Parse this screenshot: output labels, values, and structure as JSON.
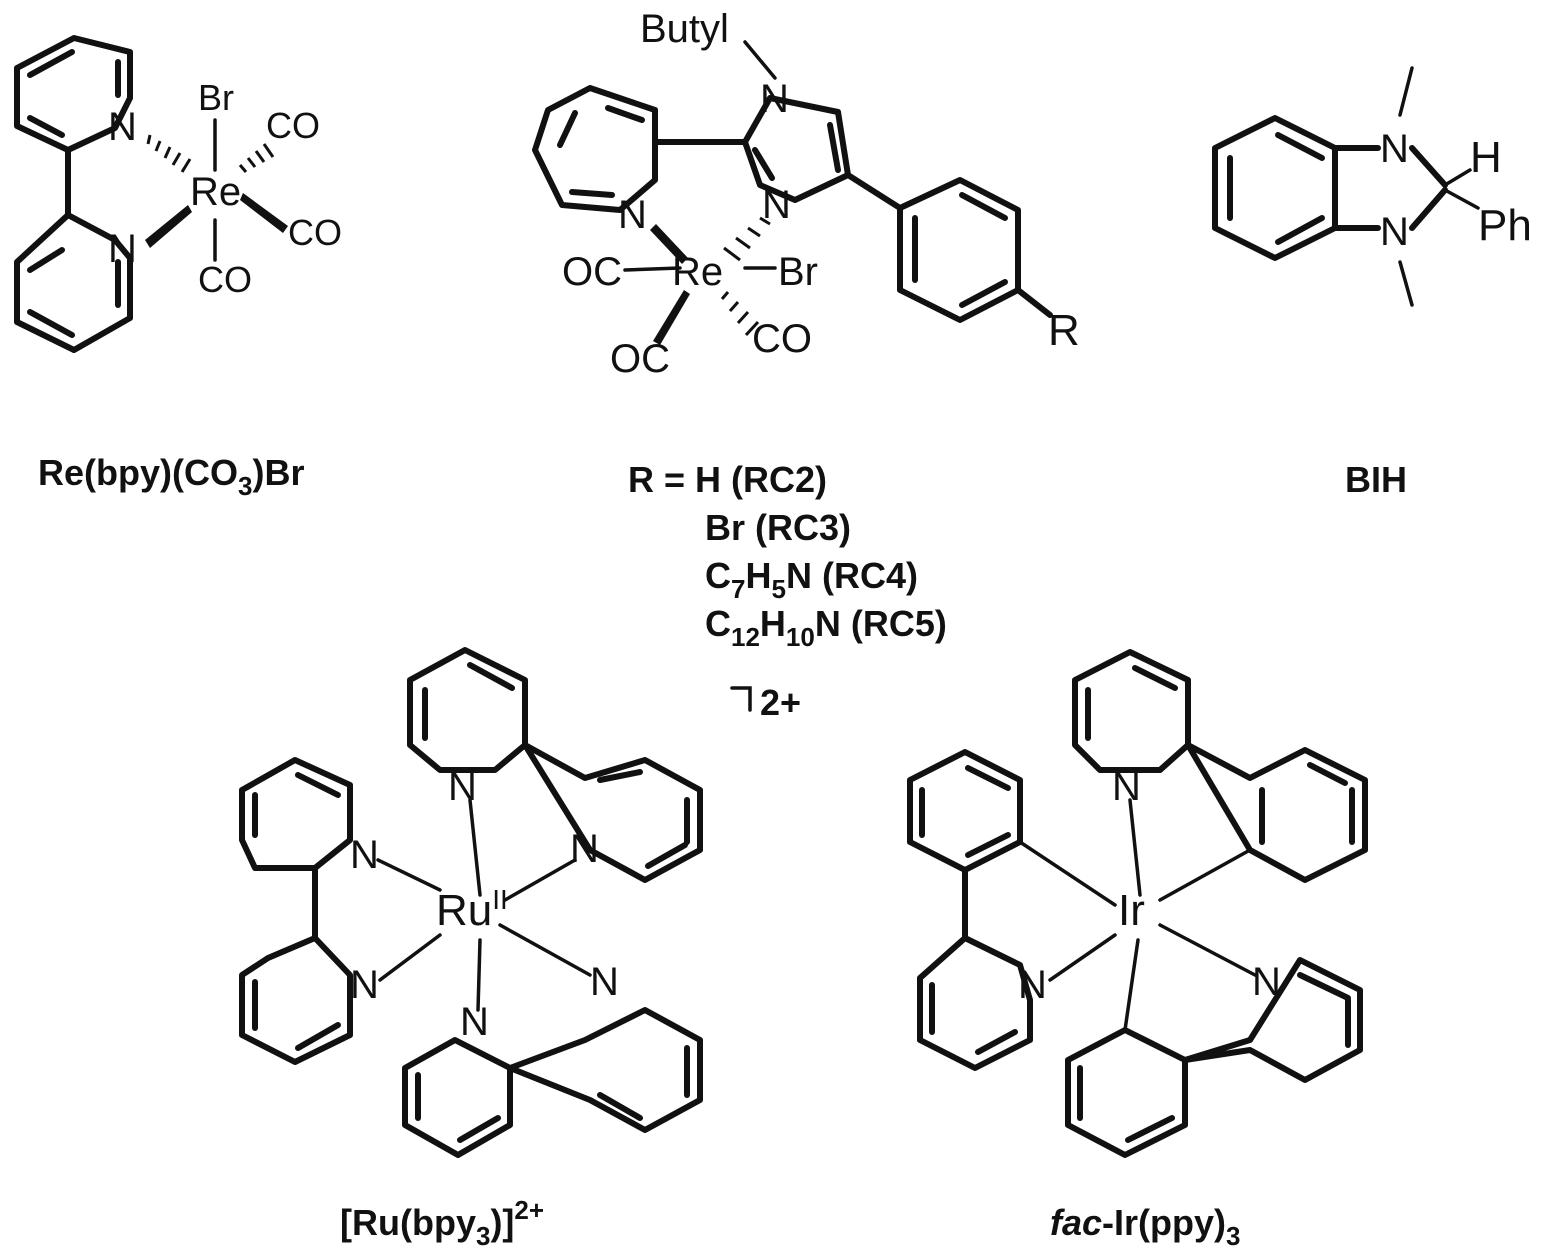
{
  "compounds": [
    {
      "id": "re-bpy",
      "caption_parts": [
        "Re(bpy)(CO",
        "3",
        ")Br"
      ],
      "atom_labels": {
        "n1": "N",
        "n2": "N",
        "metal": "Re",
        "br": "Br",
        "co1": "CO",
        "co2": "CO",
        "co3": "CO"
      }
    },
    {
      "id": "re-imidazole",
      "atom_labels": {
        "butyl": "Butyl",
        "n_top": "N",
        "n_imid": "N",
        "n_py": "N",
        "metal": "Re",
        "br": "Br",
        "oc1": "OC",
        "oc2": "OC",
        "co": "CO",
        "r": "R"
      },
      "r_groups": [
        {
          "prefix": "R = ",
          "formula": [
            "H"
          ],
          "code": "(RC2)"
        },
        {
          "prefix": "",
          "formula": [
            "Br"
          ],
          "code": "(RC3)"
        },
        {
          "prefix": "",
          "formula": [
            "C",
            "7",
            "H",
            "5",
            "N"
          ],
          "code": "(RC4)"
        },
        {
          "prefix": "",
          "formula": [
            "C",
            "12",
            "H",
            "10",
            "N"
          ],
          "code": "(RC5)"
        }
      ]
    },
    {
      "id": "bih",
      "caption": "BIH",
      "atom_labels": {
        "n1": "N",
        "n2": "N",
        "h": "H",
        "ph": "Ph"
      }
    },
    {
      "id": "ru-bpy3",
      "caption_parts": [
        "[Ru(bpy",
        "3",
        ")]",
        "2+"
      ],
      "charge": "2+",
      "atom_labels": {
        "metal": "Ru",
        "ox": "II",
        "n": "N"
      }
    },
    {
      "id": "ir-ppy3",
      "caption_parts": [
        "fac",
        "-Ir(ppy)",
        "3"
      ],
      "atom_labels": {
        "metal": "Ir",
        "n": "N"
      }
    }
  ]
}
